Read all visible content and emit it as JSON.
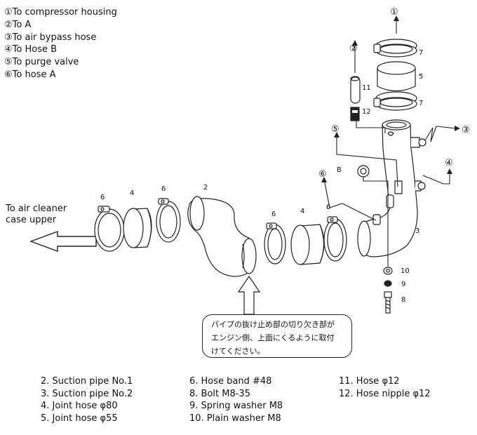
{
  "connections": [
    "①To compressor housing",
    "②To A",
    "③To air bypass hose",
    "④To Hose B",
    "⑤To purge valve",
    "⑥To hose A"
  ],
  "destination": [
    "To air cleaner",
    "case upper"
  ],
  "callouts": {
    "c1": "①",
    "c2": "②",
    "c3": "③",
    "c4": "④",
    "c5": "⑤",
    "c6": "⑥"
  },
  "part_numbers": {
    "p6a": "6",
    "p4a": "4",
    "p6b": "6",
    "p2": "2",
    "p6c": "6",
    "p4b": "4",
    "p6d": "6",
    "p7a": "7",
    "p5": "5",
    "p7b": "7",
    "p11": "11",
    "p12": "12",
    "p3": "3",
    "p10": "10",
    "p9": "9",
    "p8": "8"
  },
  "point_b": "B",
  "note_lines": [
    "パイプの抜け止め部の切り欠き部が",
    "エンジン側、上面にくるように取付",
    "けてください。"
  ],
  "parts_list": {
    "col1": [
      "2. Suction pipe No.1",
      "3. Suction pipe No.2",
      "4. Joint hose φ80",
      "5. Joint hose φ55"
    ],
    "col2": [
      "6. Hose band #48",
      "8. Bolt M8-35",
      "9. Spring washer M8",
      "10. Plain washer M8"
    ],
    "col3": [
      "11. Hose φ12",
      "12. Hose nipple φ12"
    ]
  }
}
